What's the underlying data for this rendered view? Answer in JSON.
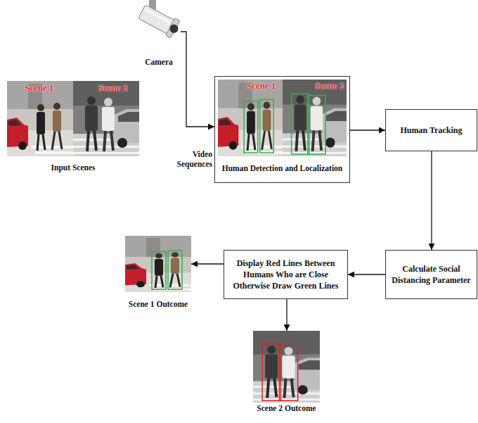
{
  "diagram": {
    "nodes": [
      {
        "text": [
          "Camera"
        ]
      },
      {
        "text": [
          "Scene 1",
          "Scene 2",
          "Input Scenes"
        ]
      },
      {
        "text": [
          "Scene 1",
          "Scene 2",
          "Human Detection and Localization"
        ]
      },
      {
        "text": [
          "Human Tracking"
        ]
      },
      {
        "text": [
          "Calculate Social Distancing Parameter"
        ]
      },
      {
        "text": [
          "Display Red Lines Between Humans Who are Close Otherwise Draw Green Lines"
        ]
      },
      {
        "text": [
          "Scene 1 Outcome"
        ]
      },
      {
        "text": [
          "Scene 2 Outcome"
        ]
      }
    ],
    "edges": [
      {
        "from": 0,
        "to": 2,
        "arrow": "to",
        "label": "Video Sequences"
      },
      {
        "from": 2,
        "to": 3,
        "arrow": "to"
      },
      {
        "from": 3,
        "to": 4,
        "arrow": "to"
      },
      {
        "from": 4,
        "to": 5,
        "arrow": "to"
      },
      {
        "from": 5,
        "to": 6,
        "arrow": "to"
      },
      {
        "from": 5,
        "to": 7,
        "arrow": "to"
      }
    ]
  }
}
